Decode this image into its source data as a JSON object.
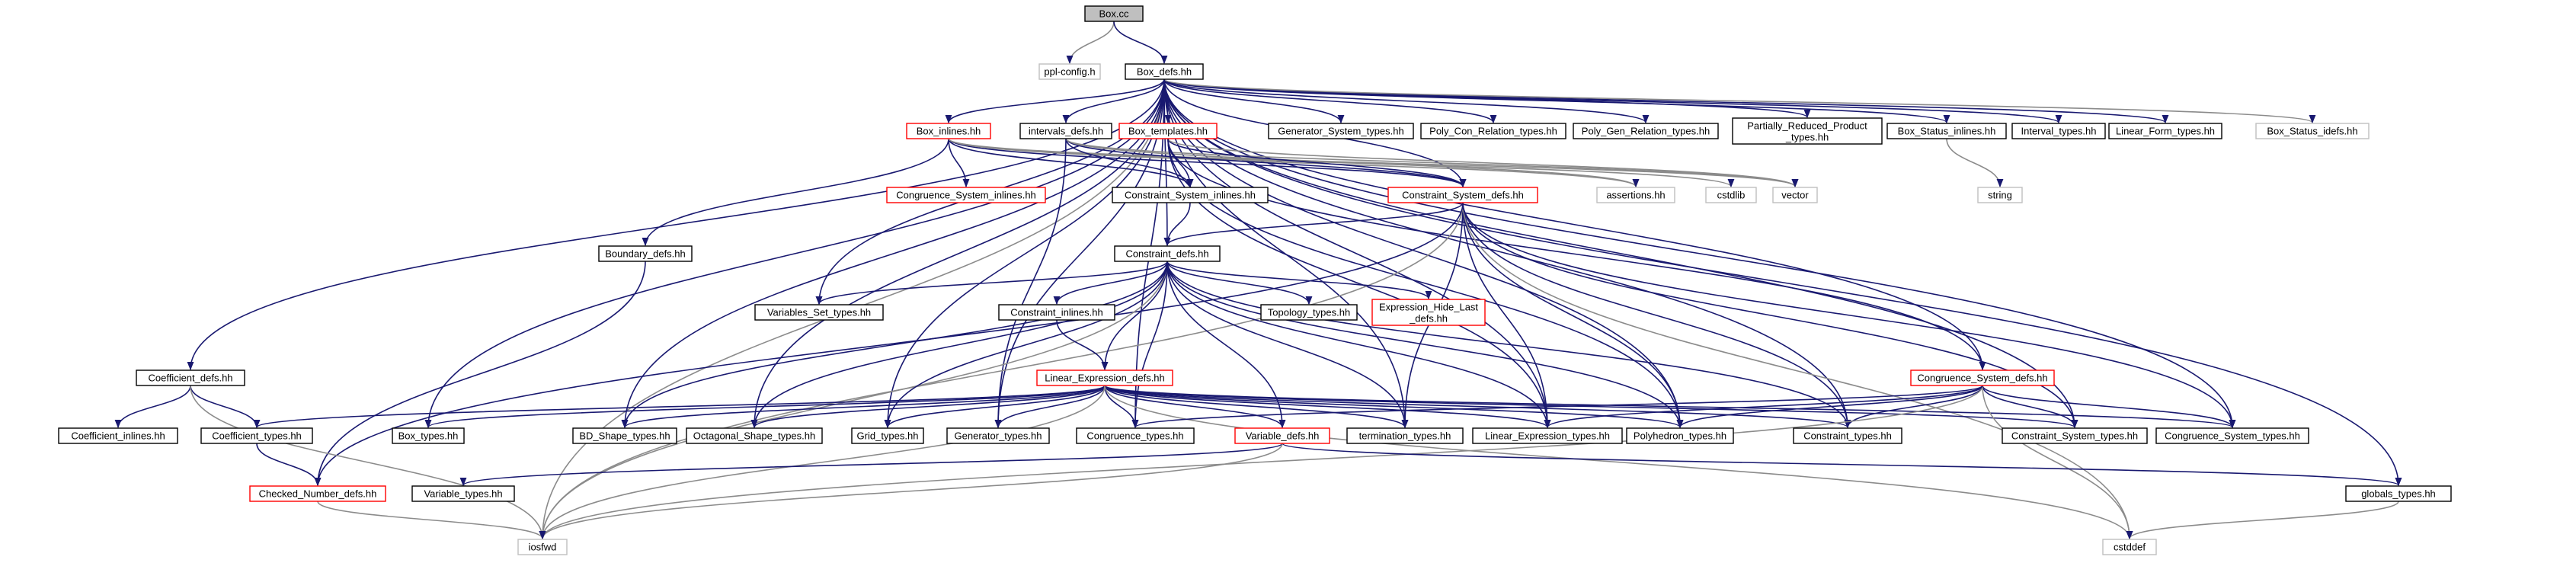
{
  "graph": {
    "kind": "include dependency graph",
    "root": "Box.cc",
    "colors": {
      "root_fill": "#bfbfbf",
      "documented_border": "#000000",
      "undocumented_border": "#bfbfbf",
      "truncated_border": "#ff0000",
      "edge": "#191970",
      "edge_alt": "#8b8b8b"
    },
    "nodes": [
      {
        "id": "box_cc",
        "label": "Box.cc",
        "style": "root"
      },
      {
        "id": "ppl_config",
        "label": "ppl-config.h",
        "style": "undocumented"
      },
      {
        "id": "box_defs",
        "label": "Box_defs.hh",
        "style": "documented"
      },
      {
        "id": "box_inlines",
        "label": "Box_inlines.hh",
        "style": "truncated"
      },
      {
        "id": "intervals_defs",
        "label": "intervals_defs.hh",
        "style": "documented"
      },
      {
        "id": "box_templates",
        "label": "Box_templates.hh",
        "style": "truncated"
      },
      {
        "id": "generator_system_types",
        "label": "Generator_System_types.hh",
        "style": "documented"
      },
      {
        "id": "poly_con_relation_types",
        "label": "Poly_Con_Relation_types.hh",
        "style": "documented"
      },
      {
        "id": "poly_gen_relation_types",
        "label": "Poly_Gen_Relation_types.hh",
        "style": "documented"
      },
      {
        "id": "partially_reduced_product_types",
        "label": "Partially_Reduced_Product _types.hh",
        "lines": [
          "Partially_Reduced_Product",
          "_types.hh"
        ],
        "style": "documented"
      },
      {
        "id": "box_status_inlines",
        "label": "Box_Status_inlines.hh",
        "style": "documented"
      },
      {
        "id": "interval_types",
        "label": "Interval_types.hh",
        "style": "documented"
      },
      {
        "id": "linear_form_types",
        "label": "Linear_Form_types.hh",
        "style": "documented"
      },
      {
        "id": "box_status_idefs",
        "label": "Box_Status_idefs.hh",
        "style": "undocumented"
      },
      {
        "id": "congruence_system_inlines",
        "label": "Congruence_System_inlines.hh",
        "style": "truncated"
      },
      {
        "id": "constraint_system_inlines",
        "label": "Constraint_System_inlines.hh",
        "style": "documented"
      },
      {
        "id": "constraint_system_defs",
        "label": "Constraint_System_defs.hh",
        "style": "truncated"
      },
      {
        "id": "assertions",
        "label": "assertions.hh",
        "style": "undocumented"
      },
      {
        "id": "cstdlib",
        "label": "cstdlib",
        "style": "undocumented"
      },
      {
        "id": "vector",
        "label": "vector",
        "style": "undocumented"
      },
      {
        "id": "string",
        "label": "string",
        "style": "undocumented"
      },
      {
        "id": "boundary_defs",
        "label": "Boundary_defs.hh",
        "style": "documented"
      },
      {
        "id": "constraint_defs",
        "label": "Constraint_defs.hh",
        "style": "documented"
      },
      {
        "id": "variables_set_types",
        "label": "Variables_Set_types.hh",
        "style": "documented"
      },
      {
        "id": "constraint_inlines",
        "label": "Constraint_inlines.hh",
        "style": "documented"
      },
      {
        "id": "topology_types",
        "label": "Topology_types.hh",
        "style": "documented"
      },
      {
        "id": "expression_hide_last_defs",
        "label": "Expression_Hide_Last _defs.hh",
        "lines": [
          "Expression_Hide_Last",
          "_defs.hh"
        ],
        "style": "truncated"
      },
      {
        "id": "coefficient_defs",
        "label": "Coefficient_defs.hh",
        "style": "documented"
      },
      {
        "id": "linear_expression_defs",
        "label": "Linear_Expression_defs.hh",
        "style": "truncated"
      },
      {
        "id": "congruence_system_defs",
        "label": "Congruence_System_defs.hh",
        "style": "truncated"
      },
      {
        "id": "coefficient_inlines",
        "label": "Coefficient_inlines.hh",
        "style": "documented"
      },
      {
        "id": "coefficient_types",
        "label": "Coefficient_types.hh",
        "style": "documented"
      },
      {
        "id": "box_types",
        "label": "Box_types.hh",
        "style": "documented"
      },
      {
        "id": "bd_shape_types",
        "label": "BD_Shape_types.hh",
        "style": "documented"
      },
      {
        "id": "octagonal_shape_types",
        "label": "Octagonal_Shape_types.hh",
        "style": "documented"
      },
      {
        "id": "grid_types",
        "label": "Grid_types.hh",
        "style": "documented"
      },
      {
        "id": "generator_types",
        "label": "Generator_types.hh",
        "style": "documented"
      },
      {
        "id": "congruence_types",
        "label": "Congruence_types.hh",
        "style": "documented"
      },
      {
        "id": "variable_defs",
        "label": "Variable_defs.hh",
        "style": "truncated"
      },
      {
        "id": "termination_types",
        "label": "termination_types.hh",
        "style": "documented"
      },
      {
        "id": "linear_expression_types",
        "label": "Linear_Expression_types.hh",
        "style": "documented"
      },
      {
        "id": "polyhedron_types",
        "label": "Polyhedron_types.hh",
        "style": "documented"
      },
      {
        "id": "constraint_types",
        "label": "Constraint_types.hh",
        "style": "documented"
      },
      {
        "id": "constraint_system_types",
        "label": "Constraint_System_types.hh",
        "style": "documented"
      },
      {
        "id": "congruence_system_types",
        "label": "Congruence_System_types.hh",
        "style": "documented"
      },
      {
        "id": "checked_number_defs",
        "label": "Checked_Number_defs.hh",
        "style": "truncated"
      },
      {
        "id": "variable_types",
        "label": "Variable_types.hh",
        "style": "documented"
      },
      {
        "id": "globals_types",
        "label": "globals_types.hh",
        "style": "documented"
      },
      {
        "id": "iosfwd",
        "label": "iosfwd",
        "style": "undocumented"
      },
      {
        "id": "cstddef",
        "label": "cstddef",
        "style": "undocumented"
      }
    ],
    "edges": [
      [
        "box_cc",
        "ppl_config"
      ],
      [
        "box_cc",
        "box_defs"
      ],
      [
        "box_defs",
        "box_inlines"
      ],
      [
        "box_defs",
        "intervals_defs"
      ],
      [
        "box_defs",
        "box_templates"
      ],
      [
        "box_defs",
        "generator_system_types"
      ],
      [
        "box_defs",
        "poly_con_relation_types"
      ],
      [
        "box_defs",
        "poly_gen_relation_types"
      ],
      [
        "box_defs",
        "partially_reduced_product_types"
      ],
      [
        "box_defs",
        "box_status_inlines"
      ],
      [
        "box_defs",
        "interval_types"
      ],
      [
        "box_defs",
        "linear_form_types"
      ],
      [
        "box_defs",
        "box_status_idefs"
      ],
      [
        "box_defs",
        "iosfwd"
      ],
      [
        "box_defs",
        "coefficient_defs"
      ],
      [
        "box_defs",
        "box_types"
      ],
      [
        "box_defs",
        "bd_shape_types"
      ],
      [
        "box_defs",
        "octagonal_shape_types"
      ],
      [
        "box_defs",
        "variables_set_types"
      ],
      [
        "box_defs",
        "constraint_defs"
      ],
      [
        "box_defs",
        "constraint_system_defs"
      ],
      [
        "box_defs",
        "congruence_system_defs"
      ],
      [
        "box_defs",
        "grid_types"
      ],
      [
        "box_defs",
        "generator_types"
      ],
      [
        "box_defs",
        "congruence_types"
      ],
      [
        "box_defs",
        "linear_expression_types"
      ],
      [
        "box_defs",
        "polyhedron_types"
      ],
      [
        "box_defs",
        "constraint_types"
      ],
      [
        "box_defs",
        "constraint_system_types"
      ],
      [
        "box_defs",
        "congruence_system_types"
      ],
      [
        "box_defs",
        "globals_types"
      ],
      [
        "box_defs",
        "termination_types"
      ],
      [
        "box_inlines",
        "congruence_system_inlines"
      ],
      [
        "box_inlines",
        "constraint_system_inlines"
      ],
      [
        "box_inlines",
        "boundary_defs"
      ],
      [
        "box_inlines",
        "constraint_system_defs"
      ],
      [
        "box_inlines",
        "assertions"
      ],
      [
        "box_inlines",
        "cstdlib"
      ],
      [
        "box_inlines",
        "vector"
      ],
      [
        "intervals_defs",
        "constraint_system_inlines"
      ],
      [
        "intervals_defs",
        "constraint_system_defs"
      ],
      [
        "intervals_defs",
        "assertions"
      ],
      [
        "intervals_defs",
        "vector"
      ],
      [
        "intervals_defs",
        "generator_types"
      ],
      [
        "box_templates",
        "constraint_system_inlines"
      ],
      [
        "box_templates",
        "constraint_system_defs"
      ],
      [
        "box_templates",
        "vector"
      ],
      [
        "box_templates",
        "polyhedron_types"
      ],
      [
        "box_templates",
        "congruence_system_defs"
      ],
      [
        "box_templates",
        "linear_expression_types"
      ],
      [
        "box_status_inlines",
        "string"
      ],
      [
        "constraint_system_inlines",
        "constraint_defs"
      ],
      [
        "constraint_system_defs",
        "constraint_defs"
      ],
      [
        "constraint_system_defs",
        "linear_expression_types"
      ],
      [
        "constraint_system_defs",
        "constraint_types"
      ],
      [
        "constraint_system_defs",
        "polyhedron_types"
      ],
      [
        "constraint_system_defs",
        "termination_types"
      ],
      [
        "constraint_system_defs",
        "iosfwd"
      ],
      [
        "constraint_system_defs",
        "cstddef"
      ],
      [
        "constraint_system_defs",
        "constraint_system_types"
      ],
      [
        "constraint_system_defs",
        "congruence_system_types"
      ],
      [
        "constraint_system_defs",
        "checked_number_defs"
      ],
      [
        "boundary_defs",
        "checked_number_defs"
      ],
      [
        "constraint_defs",
        "variables_set_types"
      ],
      [
        "constraint_defs",
        "constraint_inlines"
      ],
      [
        "constraint_defs",
        "topology_types"
      ],
      [
        "constraint_defs",
        "expression_hide_last_defs"
      ],
      [
        "constraint_defs",
        "linear_expression_defs"
      ],
      [
        "constraint_defs",
        "iosfwd"
      ],
      [
        "constraint_defs",
        "octagonal_shape_types"
      ],
      [
        "constraint_defs",
        "bd_shape_types"
      ],
      [
        "constraint_defs",
        "grid_types"
      ],
      [
        "constraint_defs",
        "congruence_types"
      ],
      [
        "constraint_defs",
        "variable_defs"
      ],
      [
        "constraint_defs",
        "termination_types"
      ],
      [
        "constraint_defs",
        "polyhedron_types"
      ],
      [
        "constraint_defs",
        "constraint_types"
      ],
      [
        "constraint_defs",
        "linear_expression_types"
      ],
      [
        "constraint_inlines",
        "linear_expression_defs"
      ],
      [
        "coefficient_defs",
        "coefficient_inlines"
      ],
      [
        "coefficient_defs",
        "coefficient_types"
      ],
      [
        "coefficient_defs",
        "iosfwd"
      ],
      [
        "coefficient_types",
        "checked_number_defs"
      ],
      [
        "linear_expression_defs",
        "coefficient_types"
      ],
      [
        "linear_expression_defs",
        "box_types"
      ],
      [
        "linear_expression_defs",
        "bd_shape_types"
      ],
      [
        "linear_expression_defs",
        "octagonal_shape_types"
      ],
      [
        "linear_expression_defs",
        "grid_types"
      ],
      [
        "linear_expression_defs",
        "generator_types"
      ],
      [
        "linear_expression_defs",
        "congruence_types"
      ],
      [
        "linear_expression_defs",
        "variable_defs"
      ],
      [
        "linear_expression_defs",
        "termination_types"
      ],
      [
        "linear_expression_defs",
        "linear_expression_types"
      ],
      [
        "linear_expression_defs",
        "polyhedron_types"
      ],
      [
        "linear_expression_defs",
        "constraint_types"
      ],
      [
        "linear_expression_defs",
        "constraint_system_types"
      ],
      [
        "linear_expression_defs",
        "congruence_system_types"
      ],
      [
        "linear_expression_defs",
        "cstddef"
      ],
      [
        "linear_expression_defs",
        "iosfwd"
      ],
      [
        "congruence_system_defs",
        "congruence_types"
      ],
      [
        "congruence_system_defs",
        "linear_expression_types"
      ],
      [
        "congruence_system_defs",
        "constraint_types"
      ],
      [
        "congruence_system_defs",
        "constraint_system_types"
      ],
      [
        "congruence_system_defs",
        "congruence_system_types"
      ],
      [
        "congruence_system_defs",
        "iosfwd"
      ],
      [
        "congruence_system_defs",
        "cstddef"
      ],
      [
        "congruence_system_defs",
        "polyhedron_types"
      ],
      [
        "variable_defs",
        "variable_types"
      ],
      [
        "variable_defs",
        "globals_types"
      ],
      [
        "variable_defs",
        "iosfwd"
      ],
      [
        "checked_number_defs",
        "iosfwd"
      ],
      [
        "globals_types",
        "cstddef"
      ]
    ]
  }
}
